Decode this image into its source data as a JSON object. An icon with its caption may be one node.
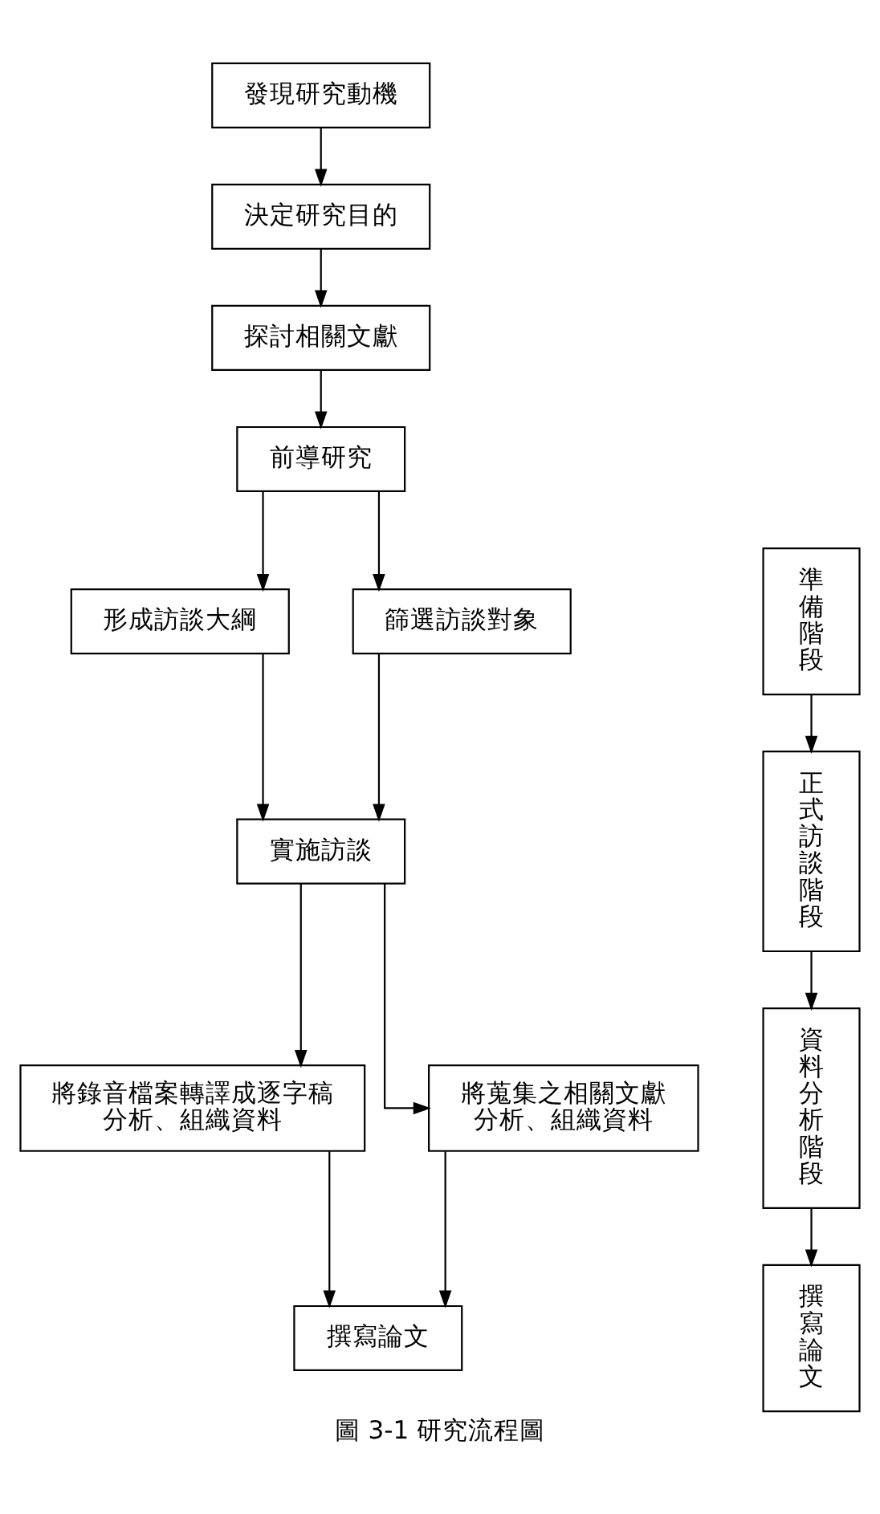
{
  "diagram": {
    "caption": "圖 3-1 研究流程圖",
    "nodes": [
      {
        "text": [
          "發現研究動機"
        ]
      },
      {
        "text": [
          "決定研究目的"
        ]
      },
      {
        "text": [
          "探討相關文獻"
        ]
      },
      {
        "text": [
          "前導研究"
        ]
      },
      {
        "text": [
          "形成訪談大綱"
        ]
      },
      {
        "text": [
          "篩選訪談對象"
        ]
      },
      {
        "text": [
          "實施訪談"
        ]
      },
      {
        "text": [
          "將錄音檔案轉譯成逐字稿分析、組織資料"
        ]
      },
      {
        "text": [
          "將蒐集之相關文獻分析、組織資料"
        ]
      },
      {
        "text": [
          "撰寫論文"
        ]
      },
      {
        "text": [
          "準備階段"
        ]
      },
      {
        "text": [
          "正式訪談階段"
        ]
      },
      {
        "text": [
          "資料分析階段"
        ]
      },
      {
        "text": [
          "撰寫論文"
        ]
      }
    ],
    "edges": [
      {
        "from": 0,
        "to": 1,
        "arrow": "to"
      },
      {
        "from": 1,
        "to": 2,
        "arrow": "to"
      },
      {
        "from": 2,
        "to": 3,
        "arrow": "to"
      },
      {
        "from": 3,
        "to": 4,
        "arrow": "to"
      },
      {
        "from": 3,
        "to": 5,
        "arrow": "to"
      },
      {
        "from": 4,
        "to": 6,
        "arrow": "to"
      },
      {
        "from": 5,
        "to": 6,
        "arrow": "to"
      },
      {
        "from": 6,
        "to": 7,
        "arrow": "to"
      },
      {
        "from": 6,
        "to": 8,
        "arrow": "to"
      },
      {
        "from": 7,
        "to": 9,
        "arrow": "to"
      },
      {
        "from": 8,
        "to": 9,
        "arrow": "to"
      },
      {
        "from": 10,
        "to": 11,
        "arrow": "to"
      },
      {
        "from": 11,
        "to": 12,
        "arrow": "to"
      },
      {
        "from": 12,
        "to": 13,
        "arrow": "to"
      }
    ]
  }
}
